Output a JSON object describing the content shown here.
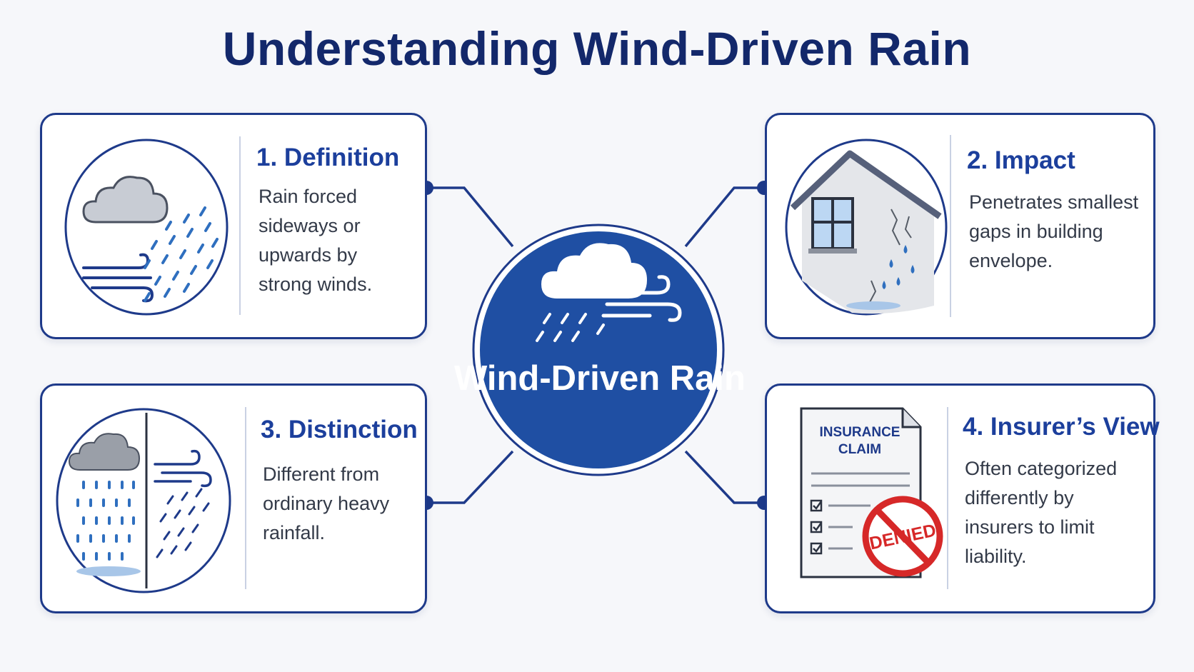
{
  "title": "Understanding Wind-Driven Rain",
  "center": {
    "label": "Wind-Driven Rain"
  },
  "cards": [
    {
      "title": "1. Definition",
      "body": "Rain forced sideways or upwards by strong winds.",
      "icon": "cloud-wind-rain-icon"
    },
    {
      "title": "2. Impact",
      "body": "Penetrates smallest gaps in building envelope.",
      "icon": "house-leak-icon"
    },
    {
      "title": "3. Distinction",
      "body": "Different from ordinary heavy rainfall.",
      "icon": "rain-comparison-icon"
    },
    {
      "title": "4. Insurer’s View",
      "body": "Often categorized differently by insurers to limit liability.",
      "icon": "insurance-claim-denied-icon"
    }
  ],
  "claim_doc": {
    "line1": "INSURANCE",
    "line2": "CLAIM",
    "stamp": "DENIED"
  },
  "colors": {
    "title": "#13286b",
    "accent": "#1e3a8a",
    "center_fill": "#1f4fa3",
    "card_title": "#1c3f9c",
    "rain": "#2f6fbf",
    "denied_red": "#d62828"
  }
}
